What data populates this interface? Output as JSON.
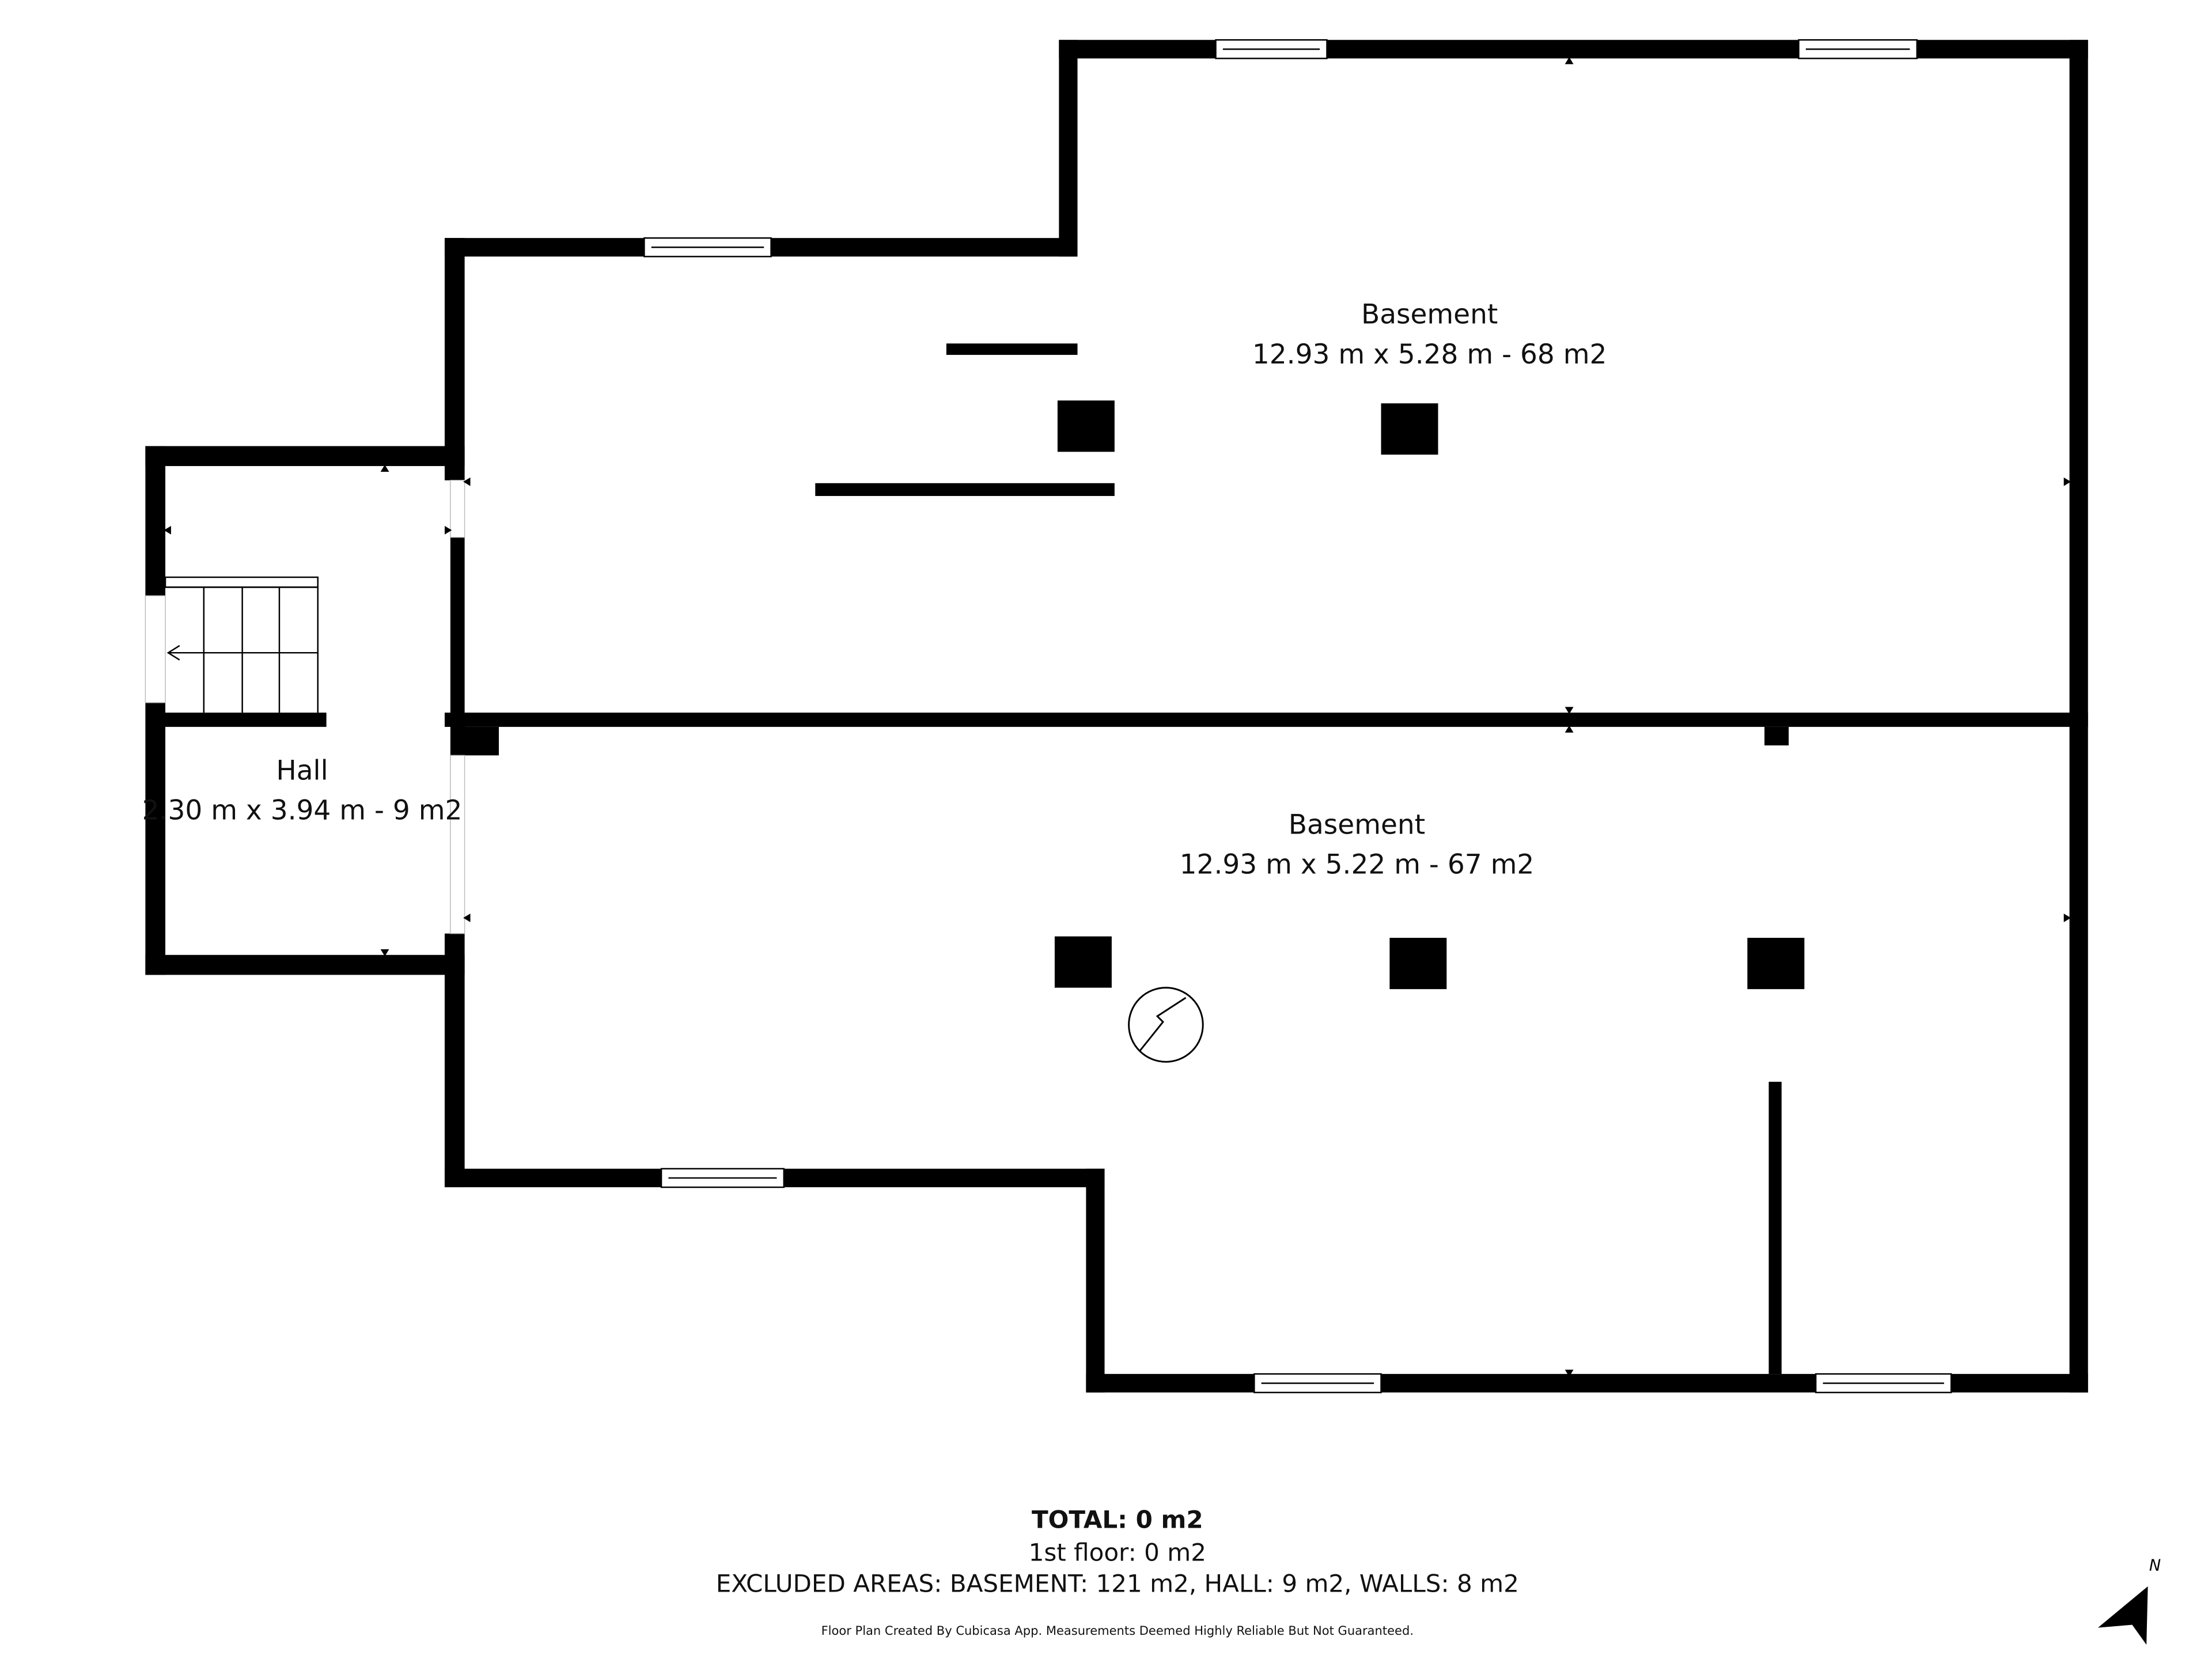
{
  "rooms": [
    {
      "name": "Basement",
      "dims": "12.93 m x 5.28 m - 68 m2"
    },
    {
      "name": "Basement",
      "dims": "12.93 m x 5.22 m - 67 m2"
    },
    {
      "name": "Hall",
      "dims": "2.30 m x 3.94 m - 9 m2"
    }
  ],
  "summary": {
    "total": "TOTAL: 0 m2",
    "floor": "1st floor: 0 m2",
    "excluded": "EXCLUDED AREAS: BASEMENT: 121 m2, HALL: 9 m2, WALLS: 8 m2",
    "disclaimer": "Floor Plan Created By Cubicasa App. Measurements Deemed Highly Reliable But Not Guaranteed."
  },
  "compass": {
    "label": "N"
  },
  "colors": {
    "wall": "#000000",
    "background": "#ffffff"
  }
}
